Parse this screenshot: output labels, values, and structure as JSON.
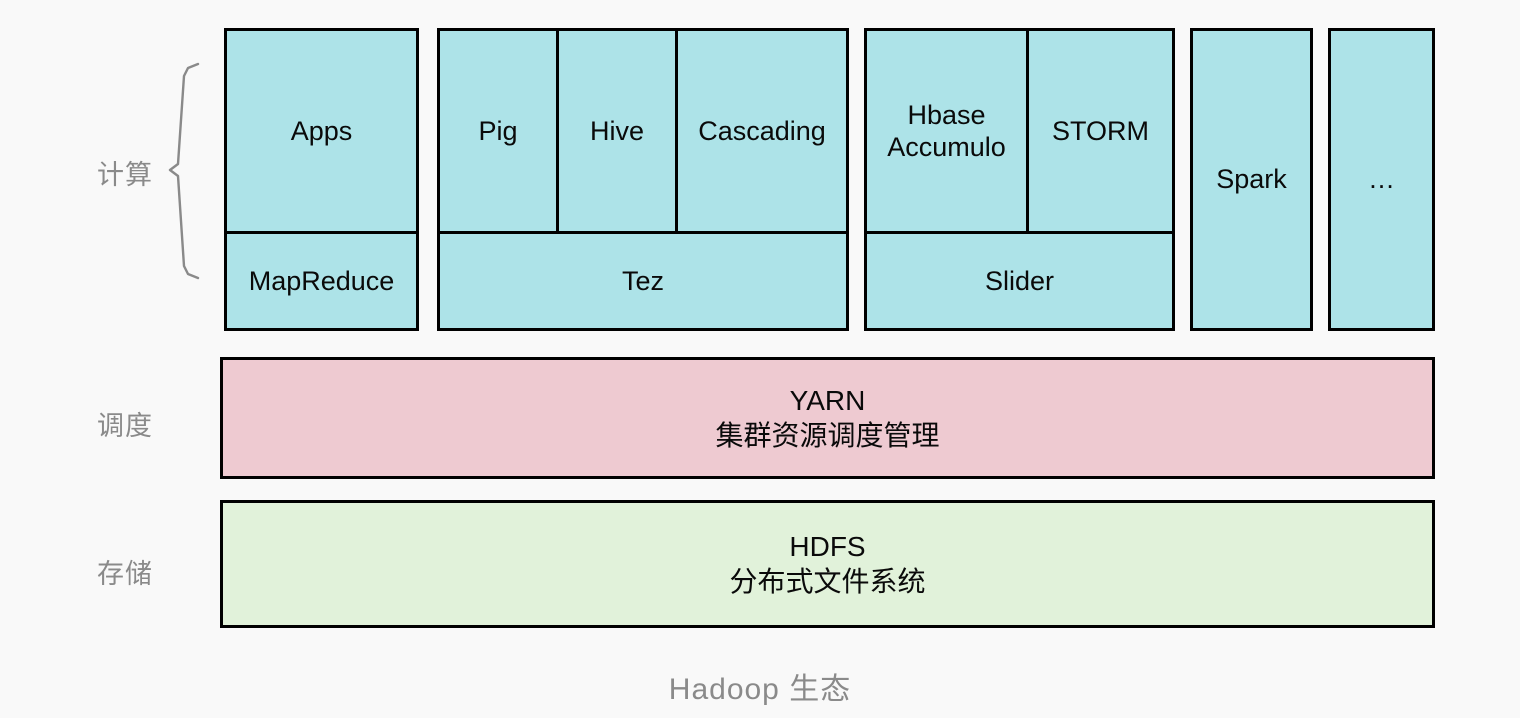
{
  "caption": "Hadoop 生态",
  "colors": {
    "background": "#f9f9f9",
    "compute_fill": "#ade3e8",
    "schedule_fill": "#eecad1",
    "storage_fill": "#e1f2da",
    "stroke": "#000000",
    "label_text": "#8a8a8a",
    "body_text": "#0a0a0a"
  },
  "layers": {
    "compute": {
      "label": "计算",
      "groups": [
        {
          "name": "apps-mapreduce-group",
          "top": [
            {
              "name": "apps",
              "label": "Apps"
            }
          ],
          "bottom": {
            "name": "mapreduce",
            "label": "MapReduce"
          }
        },
        {
          "name": "tez-group",
          "top": [
            {
              "name": "pig",
              "label": "Pig"
            },
            {
              "name": "hive",
              "label": "Hive"
            },
            {
              "name": "cascading",
              "label": "Cascading"
            }
          ],
          "bottom": {
            "name": "tez",
            "label": "Tez"
          }
        },
        {
          "name": "slider-group",
          "top": [
            {
              "name": "hbase-accumulo",
              "label": "Hbase\nAccumulo"
            },
            {
              "name": "storm",
              "label": "STORM"
            }
          ],
          "bottom": {
            "name": "slider",
            "label": "Slider"
          }
        },
        {
          "name": "spark-group",
          "full": {
            "name": "spark",
            "label": "Spark"
          }
        },
        {
          "name": "more-group",
          "full": {
            "name": "more",
            "label": "…"
          }
        }
      ]
    },
    "schedule": {
      "label": "调度",
      "band": {
        "name": "yarn",
        "title": "YARN",
        "subtitle": "集群资源调度管理"
      }
    },
    "storage": {
      "label": "存储",
      "band": {
        "name": "hdfs",
        "title": "HDFS",
        "subtitle": "分布式文件系统"
      }
    }
  }
}
